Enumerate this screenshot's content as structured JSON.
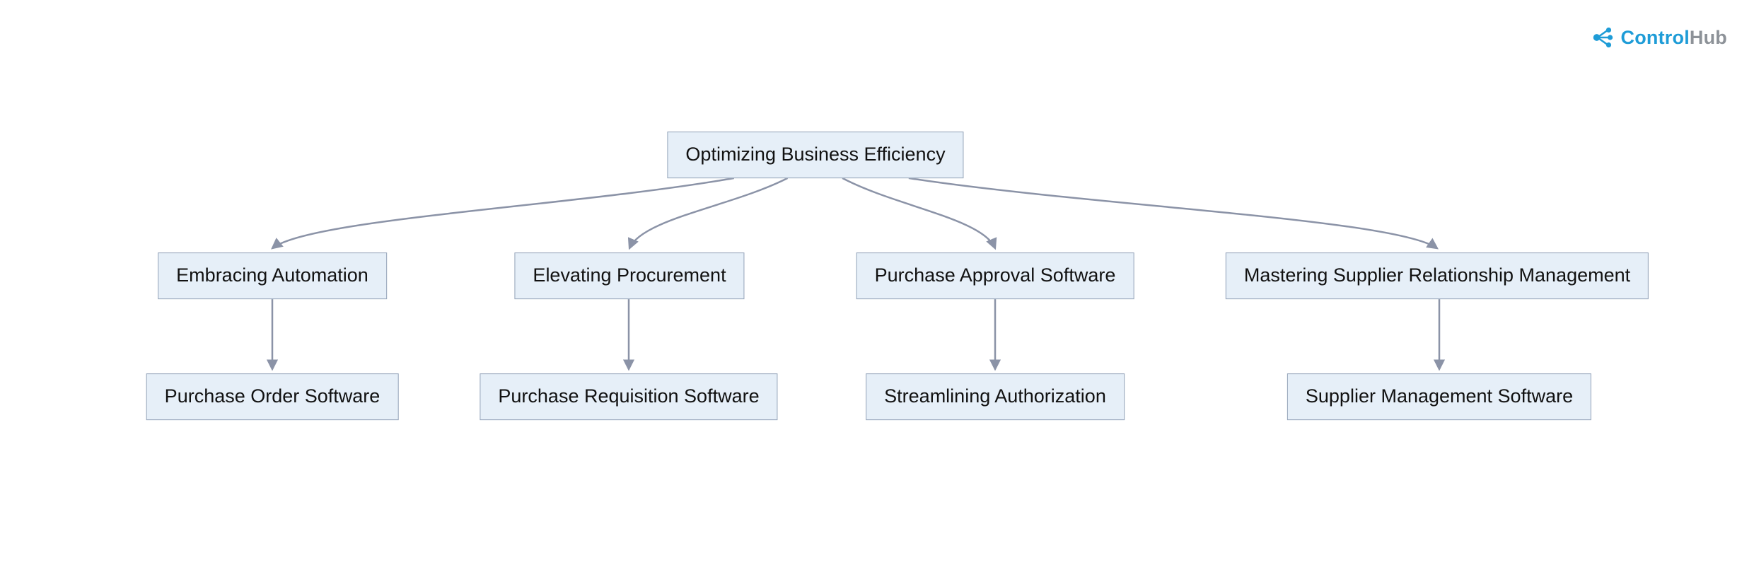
{
  "diagram": {
    "root": {
      "id": "root",
      "label": "Optimizing Business Efficiency"
    },
    "level2": [
      {
        "id": "automation",
        "label": "Embracing Automation"
      },
      {
        "id": "procurement",
        "label": "Elevating Procurement"
      },
      {
        "id": "approval",
        "label": "Purchase Approval Software"
      },
      {
        "id": "srm",
        "label": "Mastering Supplier Relationship Management"
      }
    ],
    "level3": [
      {
        "id": "po",
        "label": "Purchase Order Software"
      },
      {
        "id": "pr",
        "label": "Purchase Requisition Software"
      },
      {
        "id": "auth",
        "label": "Streamlining Authorization"
      },
      {
        "id": "sms",
        "label": "Supplier Management Software"
      }
    ],
    "edges": [
      {
        "from": "root",
        "to": "automation"
      },
      {
        "from": "root",
        "to": "procurement"
      },
      {
        "from": "root",
        "to": "approval"
      },
      {
        "from": "root",
        "to": "srm"
      },
      {
        "from": "automation",
        "to": "po"
      },
      {
        "from": "procurement",
        "to": "pr"
      },
      {
        "from": "approval",
        "to": "auth"
      },
      {
        "from": "srm",
        "to": "sms"
      }
    ]
  },
  "logo": {
    "brand_primary": "Control",
    "brand_secondary": "Hub"
  },
  "colors": {
    "node_fill": "#E6EFF8",
    "node_border": "#94A3B8",
    "edge": "#8B93A7",
    "brand_blue": "#1E9CD7",
    "brand_gray": "#8D9298"
  }
}
